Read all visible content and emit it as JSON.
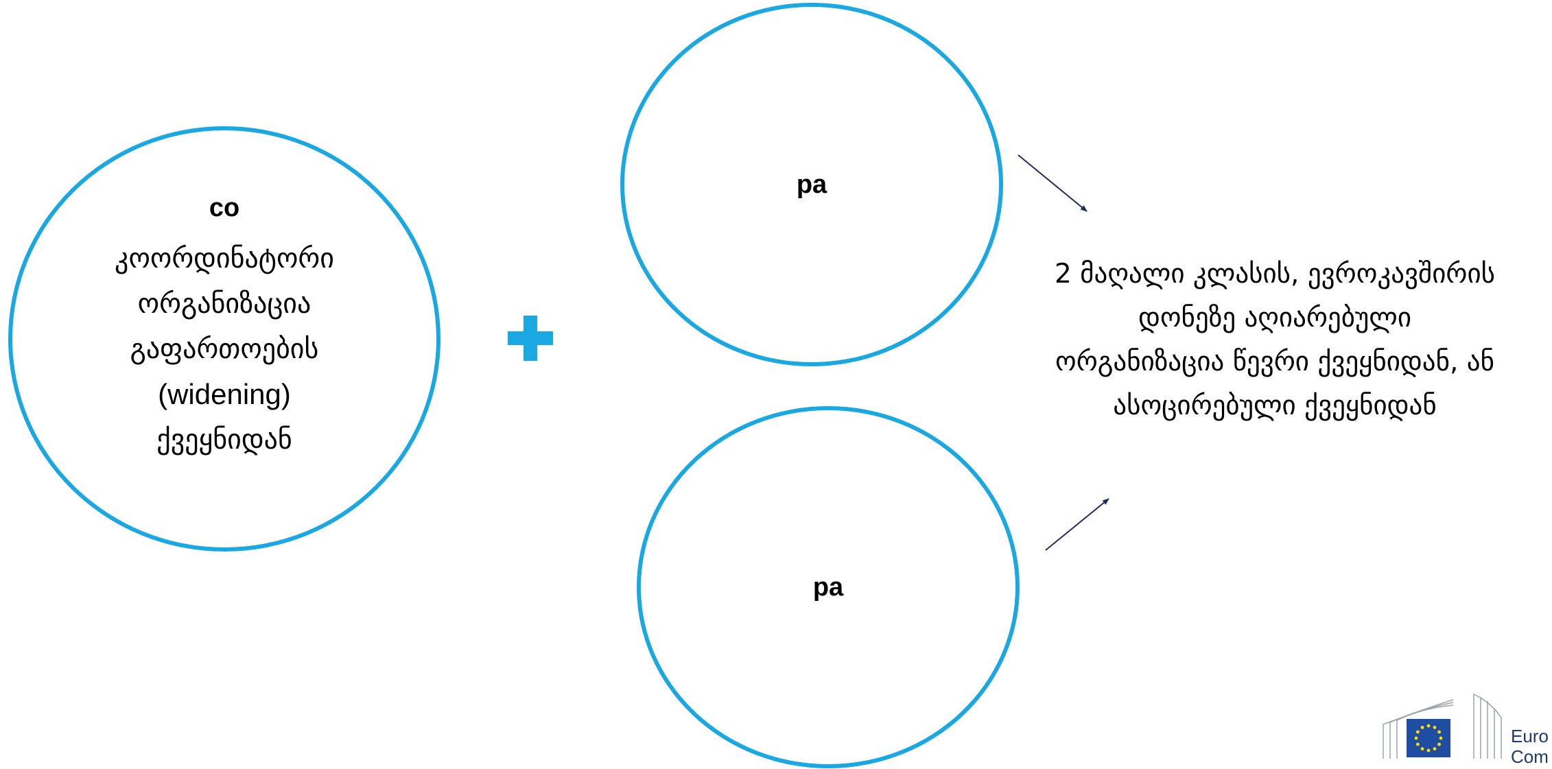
{
  "colors": {
    "circle_stroke": "#1aa8e2",
    "plus": "#1aa8e2",
    "arrow": "#1f2b5c",
    "ec_flag": "#1f4da1",
    "ec_stars": "#ffde00"
  },
  "coordinator": {
    "abbr": "co",
    "lines": [
      "კოორდინატორი",
      "ორგანიზაცია",
      "გაფართოების",
      "(widening)",
      "ქვეყნიდან"
    ]
  },
  "partner_top": {
    "abbr": "pa"
  },
  "partner_bottom": {
    "abbr": "pa"
  },
  "plus_icon": "plus-icon",
  "result": {
    "lines": [
      "2 მაღალი კლასის, ევროკავშირის",
      "დონეზე აღიარებული",
      "ორგანიზაცია წევრი ქვეყნიდან, ან",
      "ასოცირებული ქვეყნიდან"
    ]
  },
  "logo": {
    "icon": "european-commission-logo",
    "text_line1": "Euro",
    "text_line2": "Com"
  }
}
